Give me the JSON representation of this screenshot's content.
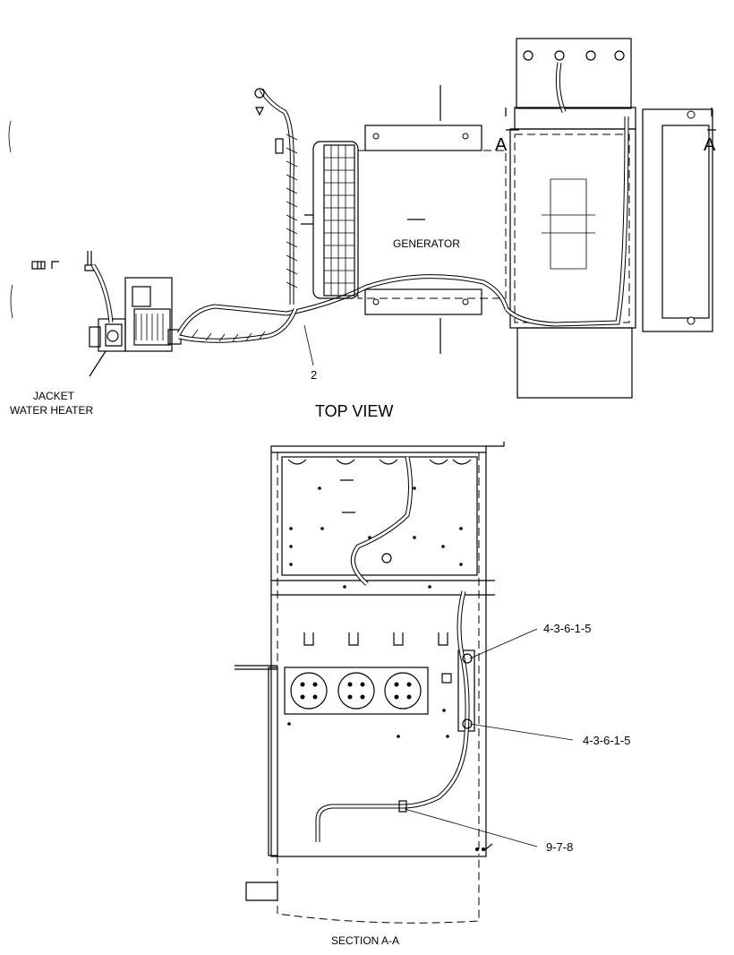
{
  "labels": {
    "generator": "GENERATOR",
    "jacket": "JACKET",
    "water_heater": "WATER HEATER",
    "item_2": "2",
    "top_view": "TOP VIEW",
    "section_a_left": "A",
    "section_a_right": "A",
    "callout_1": "4-3-6-1-5",
    "callout_2": "4-3-6-1-5",
    "callout_3": "9-7-8",
    "section_aa": "SECTION  A-A"
  },
  "colors": {
    "ink": "#000000",
    "paper": "#ffffff"
  }
}
